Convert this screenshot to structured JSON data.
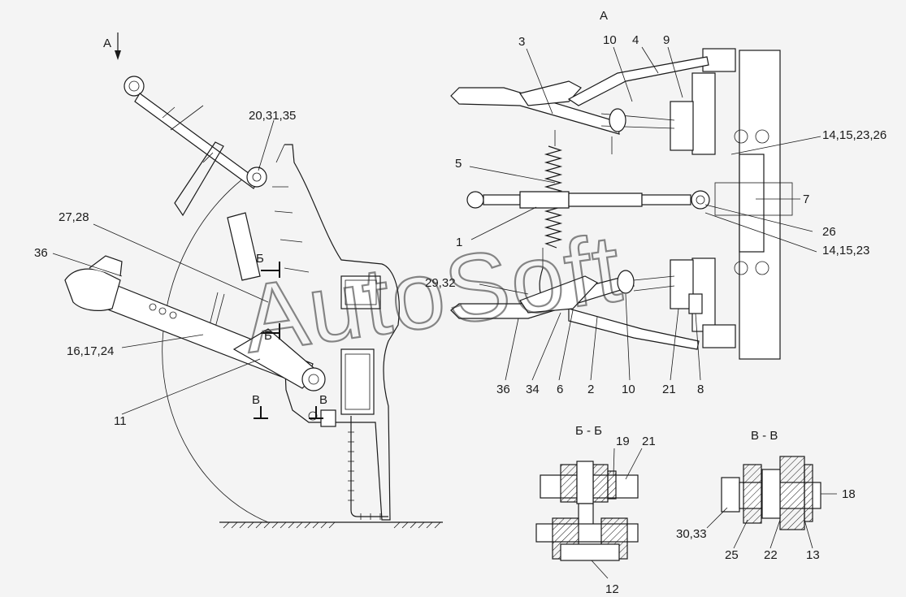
{
  "labels": {
    "view_a_top": "А",
    "view_a_left": "А",
    "p3": "3",
    "p10_top": "10",
    "p4": "4",
    "p9": "9",
    "p20_31_35": "20,31,35",
    "p14_15_23_26": "14,15,23,26",
    "p5": "5",
    "p7": "7",
    "p27_28": "27,28",
    "p26": "26",
    "p1": "1",
    "p14_15_23": "14,15,23",
    "p36_left": "36",
    "sec_b_upper": "Б",
    "p29_32": "29,32",
    "sec_b_lower": "Б",
    "p16_17_24": "16,17,24",
    "p36_bottom": "36",
    "p34": "34",
    "p6": "6",
    "p2": "2",
    "p10_bottom": "10",
    "p21_top": "21",
    "p8": "8",
    "sec_v_left": "В",
    "sec_v_right": "В",
    "p11": "11",
    "title_bb": "Б - Б",
    "p19": "19",
    "p21_bb": "21",
    "p12": "12",
    "title_vv": "В - В",
    "p18": "18",
    "p30_33": "30,33",
    "p25": "25",
    "p22": "22",
    "p13": "13"
  },
  "watermark": "AutoSoft"
}
